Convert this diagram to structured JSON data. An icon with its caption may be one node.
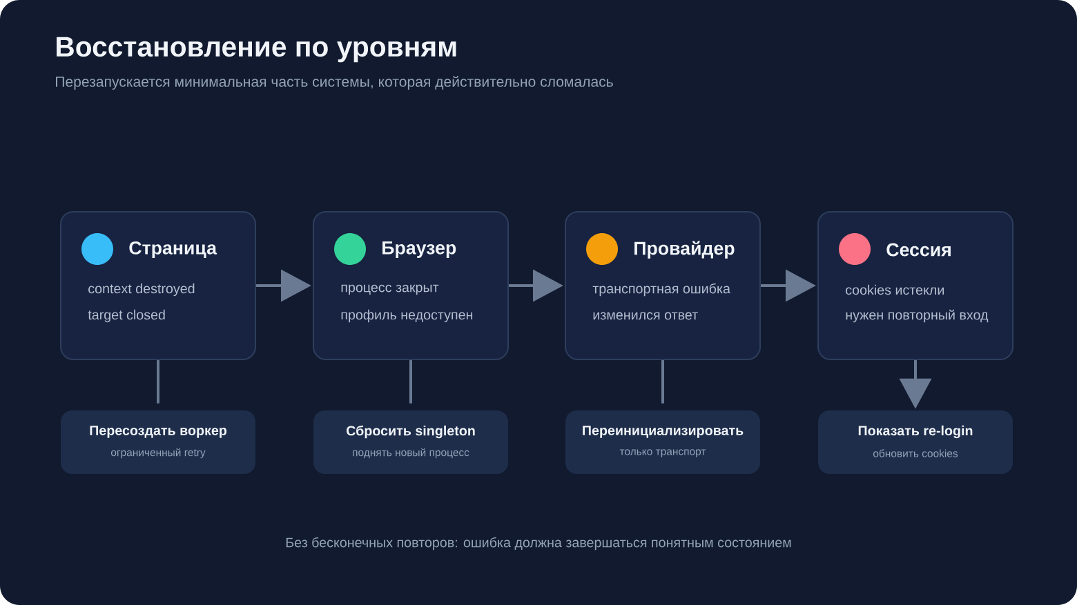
{
  "diagram": {
    "title": "Восстановление по уровням",
    "nodes": [
      {
        "text": [
          "Страница",
          "context destroyed",
          "target closed"
        ]
      },
      {
        "text": [
          "Браузер",
          "процесс закрыт",
          "профиль недоступен"
        ]
      },
      {
        "text": [
          "Провайдер",
          "транспортная ошибка",
          "изменился ответ"
        ]
      },
      {
        "text": [
          "Сессия",
          "cookies истекли",
          "нужен повторный вход"
        ]
      },
      {
        "text": [
          "Пересоздать воркер",
          "ограниченный retry"
        ]
      },
      {
        "text": [
          "Сбросить singleton",
          "поднять новый процесс"
        ]
      },
      {
        "text": [
          "Переинициализировать",
          "только транспорт"
        ]
      },
      {
        "text": [
          "Показать re-login",
          "обновить cookies"
        ]
      }
    ],
    "edges": [
      {
        "from": 0,
        "to": 1,
        "arrow": "to"
      },
      {
        "from": 1,
        "to": 2,
        "arrow": "to"
      },
      {
        "from": 2,
        "to": 3,
        "arrow": "to"
      },
      {
        "from": 0,
        "to": 4,
        "arrow": "none"
      },
      {
        "from": 1,
        "to": 5,
        "arrow": "none"
      },
      {
        "from": 2,
        "to": 6,
        "arrow": "none"
      },
      {
        "from": 3,
        "to": 7,
        "arrow": "to"
      }
    ],
    "labels": [
      "Перезапускается минимальная часть системы, которая действительно сломалась",
      "Без бесконечных повторов: ошибка должна завершаться понятным состоянием"
    ]
  }
}
